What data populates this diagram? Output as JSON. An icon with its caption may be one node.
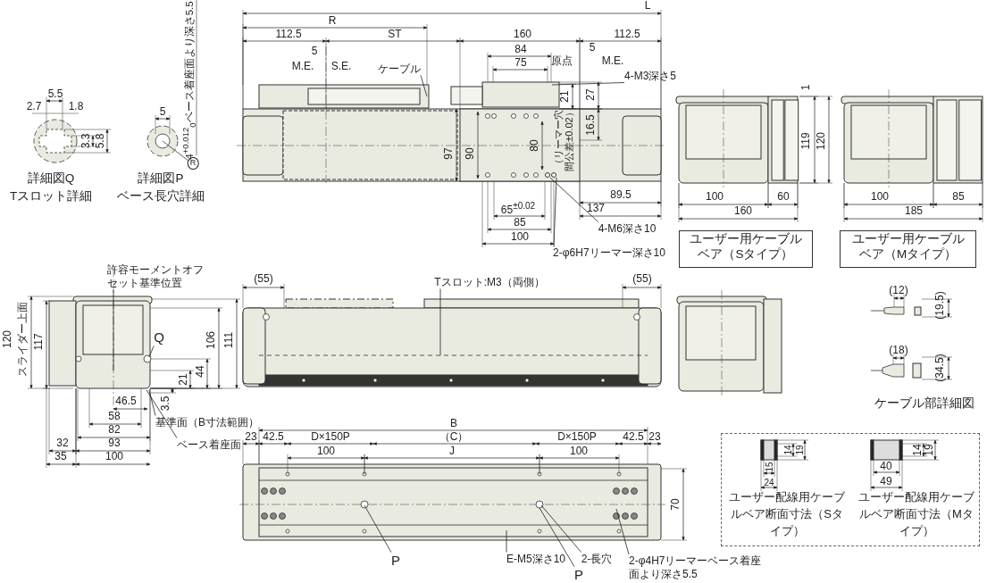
{
  "diagram": {
    "nodes": [
      {
        "text": [
          "ケーブル"
        ]
      },
      {
        "text": [
          "4-M3深さ5"
        ]
      },
      {
        "text": [
          "4-M6深さ10"
        ]
      },
      {
        "text": [
          "2-φ6H7リーマー深さ10"
        ]
      },
      {
        "text": [
          "ユーザー用ケーブルベア（Sタイプ）"
        ]
      },
      {
        "text": [
          "ユーザー用ケーブルベア（Mタイプ）"
        ]
      },
      {
        "text": [
          "許容モーメントオフセット基準位置"
        ]
      },
      {
        "text": [
          "Q"
        ]
      },
      {
        "text": [
          "基準面（B寸法範囲）"
        ]
      },
      {
        "text": [
          "ベース着座面"
        ]
      },
      {
        "text": [
          "Tスロット:M3（両側）"
        ]
      },
      {
        "text": [
          "P"
        ]
      },
      {
        "text": [
          "E-M5深さ10"
        ]
      },
      {
        "text": [
          "2-長穴"
        ]
      },
      {
        "text": [
          "P"
        ]
      },
      {
        "text": [
          "2-φ4H7リーマーベース着座面より深さ5.5"
        ]
      },
      {
        "text": [
          "ユーザー配線用ケーブルベア断面寸法（Sタイプ）",
          "ユーザー配線用ケーブルベア断面寸法（Mタイプ）"
        ]
      },
      {
        "text": [],
        "shape": "circle"
      },
      {
        "text": [],
        "shape": "circle"
      }
    ],
    "edges": [
      {
        "from": 0,
        "to": null,
        "arrow": "none"
      },
      {
        "from": 1,
        "to": null,
        "arrow": "none"
      },
      {
        "from": 2,
        "to": 17,
        "arrow": "none"
      },
      {
        "from": 3,
        "to": 18,
        "arrow": "none"
      },
      {
        "from": 6,
        "to": null,
        "arrow": "none"
      },
      {
        "from": 7,
        "to": null,
        "arrow": "none"
      },
      {
        "from": 8,
        "to": null,
        "arrow": "none"
      },
      {
        "from": 9,
        "to": null,
        "arrow": "none"
      },
      {
        "from": 10,
        "to": null,
        "arrow": "none"
      },
      {
        "from": 11,
        "to": null,
        "arrow": "none"
      },
      {
        "from": 12,
        "to": null,
        "arrow": "none"
      },
      {
        "from": 13,
        "to": null,
        "arrow": "none"
      },
      {
        "from": 14,
        "to": null,
        "arrow": "none"
      },
      {
        "from": 15,
        "to": null,
        "arrow": "none"
      }
    ],
    "labels": [
      "L",
      "R",
      "112.5",
      "ST",
      "160",
      "112.5",
      "5",
      "M.E.",
      "S.E.",
      "84",
      "75",
      "原点",
      "5",
      "M.E.",
      "21",
      "27",
      "16.5",
      "97",
      "90",
      "80",
      "（リーマー穴間公差±0.02）",
      "89.5",
      "137",
      "65$^{±0.02}$",
      "85",
      "100",
      "5.5",
      "2.7",
      "1.8",
      "3.3",
      "5.8",
      "詳細図Q",
      "Tスロット詳細",
      "5",
      "4$^{+0.012}$$_{0}$ベース着座面より深さ5.5",
      "R",
      "詳細図P",
      "ベース長穴詳細",
      "1",
      "119",
      "120",
      "100",
      "60",
      "160",
      "100",
      "85",
      "185",
      "120",
      "スライダー上面",
      "117",
      "106",
      "111",
      "44",
      "21",
      "3.5",
      "46.5",
      "58",
      "82",
      "32",
      "93",
      "35",
      "100",
      "(55)",
      "(55)",
      "(12)",
      "(19.5)",
      "(18)",
      "(34.5)",
      "ケーブル部詳細図",
      "B",
      "23",
      "42.5",
      "D×150P",
      "（C）",
      "D×150P",
      "42.5",
      "23",
      "100",
      "J",
      "100",
      "70",
      "14",
      "19",
      "15",
      "24",
      "14",
      "19",
      "40",
      "49"
    ]
  }
}
